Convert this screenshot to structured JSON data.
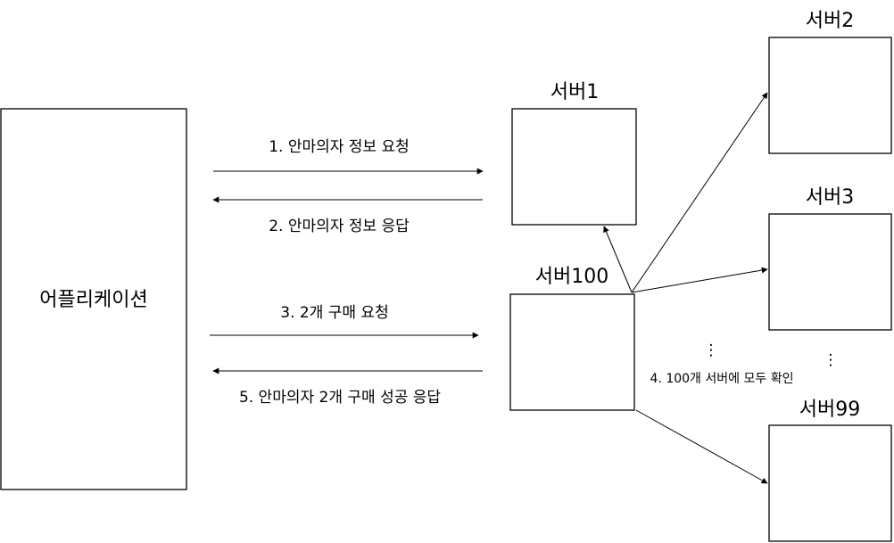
{
  "application": {
    "label": "어플리케이션"
  },
  "servers": {
    "server1": "서버1",
    "server2": "서버2",
    "server3": "서버3",
    "server99": "서버99",
    "server100": "서버100"
  },
  "messages": {
    "step1": "1. 안마의자 정보 요청",
    "step2": "2. 안마의자 정보 응답",
    "step3": "3. 2개 구매 요청",
    "step4": "4. 100개 서버에 모두 확인",
    "step5": "5. 안마의자 2개 구매 성공 응답"
  },
  "ellipsis": {
    "left": "⋮",
    "right": "⋮"
  },
  "colors": {
    "step4": "#e02020"
  }
}
